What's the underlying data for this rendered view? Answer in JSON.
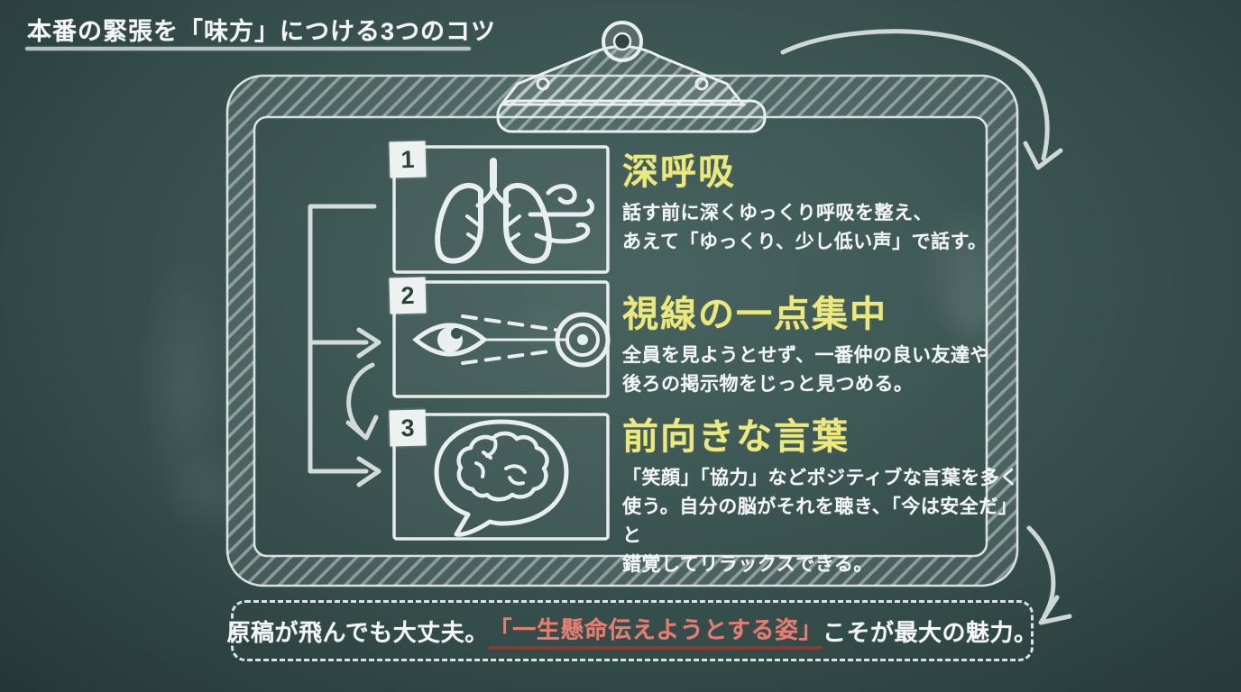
{
  "page": {
    "title": "本番の緊張を「味方」につける3つのコツ"
  },
  "items": [
    {
      "number": "1",
      "heading": "深呼吸",
      "icon": "lungs-breath-icon",
      "lines": [
        "話す前に深くゆっくり呼吸を整え、",
        "あえて「ゆっくり、少し低い声」で話す。"
      ]
    },
    {
      "number": "2",
      "heading": "視線の一点集中",
      "icon": "eye-target-icon",
      "lines": [
        "全員を見ようとせず、一番仲の良い友達や",
        "後ろの掲示物をじっと見つめる。"
      ]
    },
    {
      "number": "3",
      "heading": "前向きな言葉",
      "icon": "brain-speech-icon",
      "lines": [
        "「笑顔」「協力」などポジティブな言葉を多く",
        "使う。自分の脳がそれを聴き、「今は安全だ」と",
        "錯覚してリラックスできる。"
      ]
    }
  ],
  "footer": {
    "prefix": "原稿が飛んでも大丈夫。",
    "highlight": "「一生懸命伝えようとする姿」",
    "suffix": "こそが最大の魅力。"
  },
  "colors": {
    "board_green": "#3e5856",
    "chalk_white": "#eef2f1",
    "accent_yellow": "#ece97c",
    "highlight_red": "#e57d72",
    "underline_red": "#943931"
  }
}
